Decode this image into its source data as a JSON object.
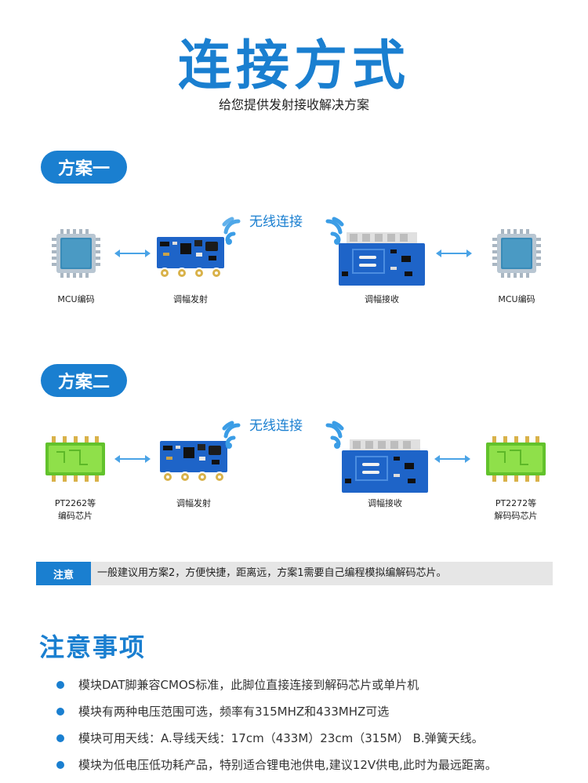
{
  "header": {
    "title": "连接方式",
    "subtitle": "给您提供发射接收解决方案"
  },
  "scheme1": {
    "pill": "方案一",
    "wireless": "无线连接",
    "labels": {
      "mcu_left": "MCU编码",
      "tx": "调幅发射",
      "rx": "调幅接收",
      "mcu_right": "MCU编码"
    }
  },
  "scheme2": {
    "pill": "方案二",
    "wireless": "无线连接",
    "labels": {
      "chip_left_1": "PT2262等",
      "chip_left_2": "编码芯片",
      "tx": "调幅发射",
      "rx": "调幅接收",
      "chip_right_1": "PT2272等",
      "chip_right_2": "解码码芯片"
    }
  },
  "note": {
    "tag": "注意",
    "text": "一般建议用方案2，方便快捷，距离远，方案1需要自己编程模拟编解码芯片。"
  },
  "precautions": {
    "title": "注意事项",
    "items": [
      "模块DAT脚兼容CMOS标准，此脚位直接连接到解码芯片或单片机",
      "模块有两种电压范围可选，频率有315MHZ和433MHZ可选",
      "模块可用天线：A.导线天线：17cm（433M）23cm（315M） B.弹簧天线。",
      "模块为低电压低功耗产品，特别适合锂电池供电,建议12V供电,此时为最远距离。"
    ]
  },
  "colors": {
    "accent": "#1a7fd0",
    "pcb": "#1e64c8",
    "chip_green": "#7fd63a",
    "gold": "#d9b24a"
  }
}
